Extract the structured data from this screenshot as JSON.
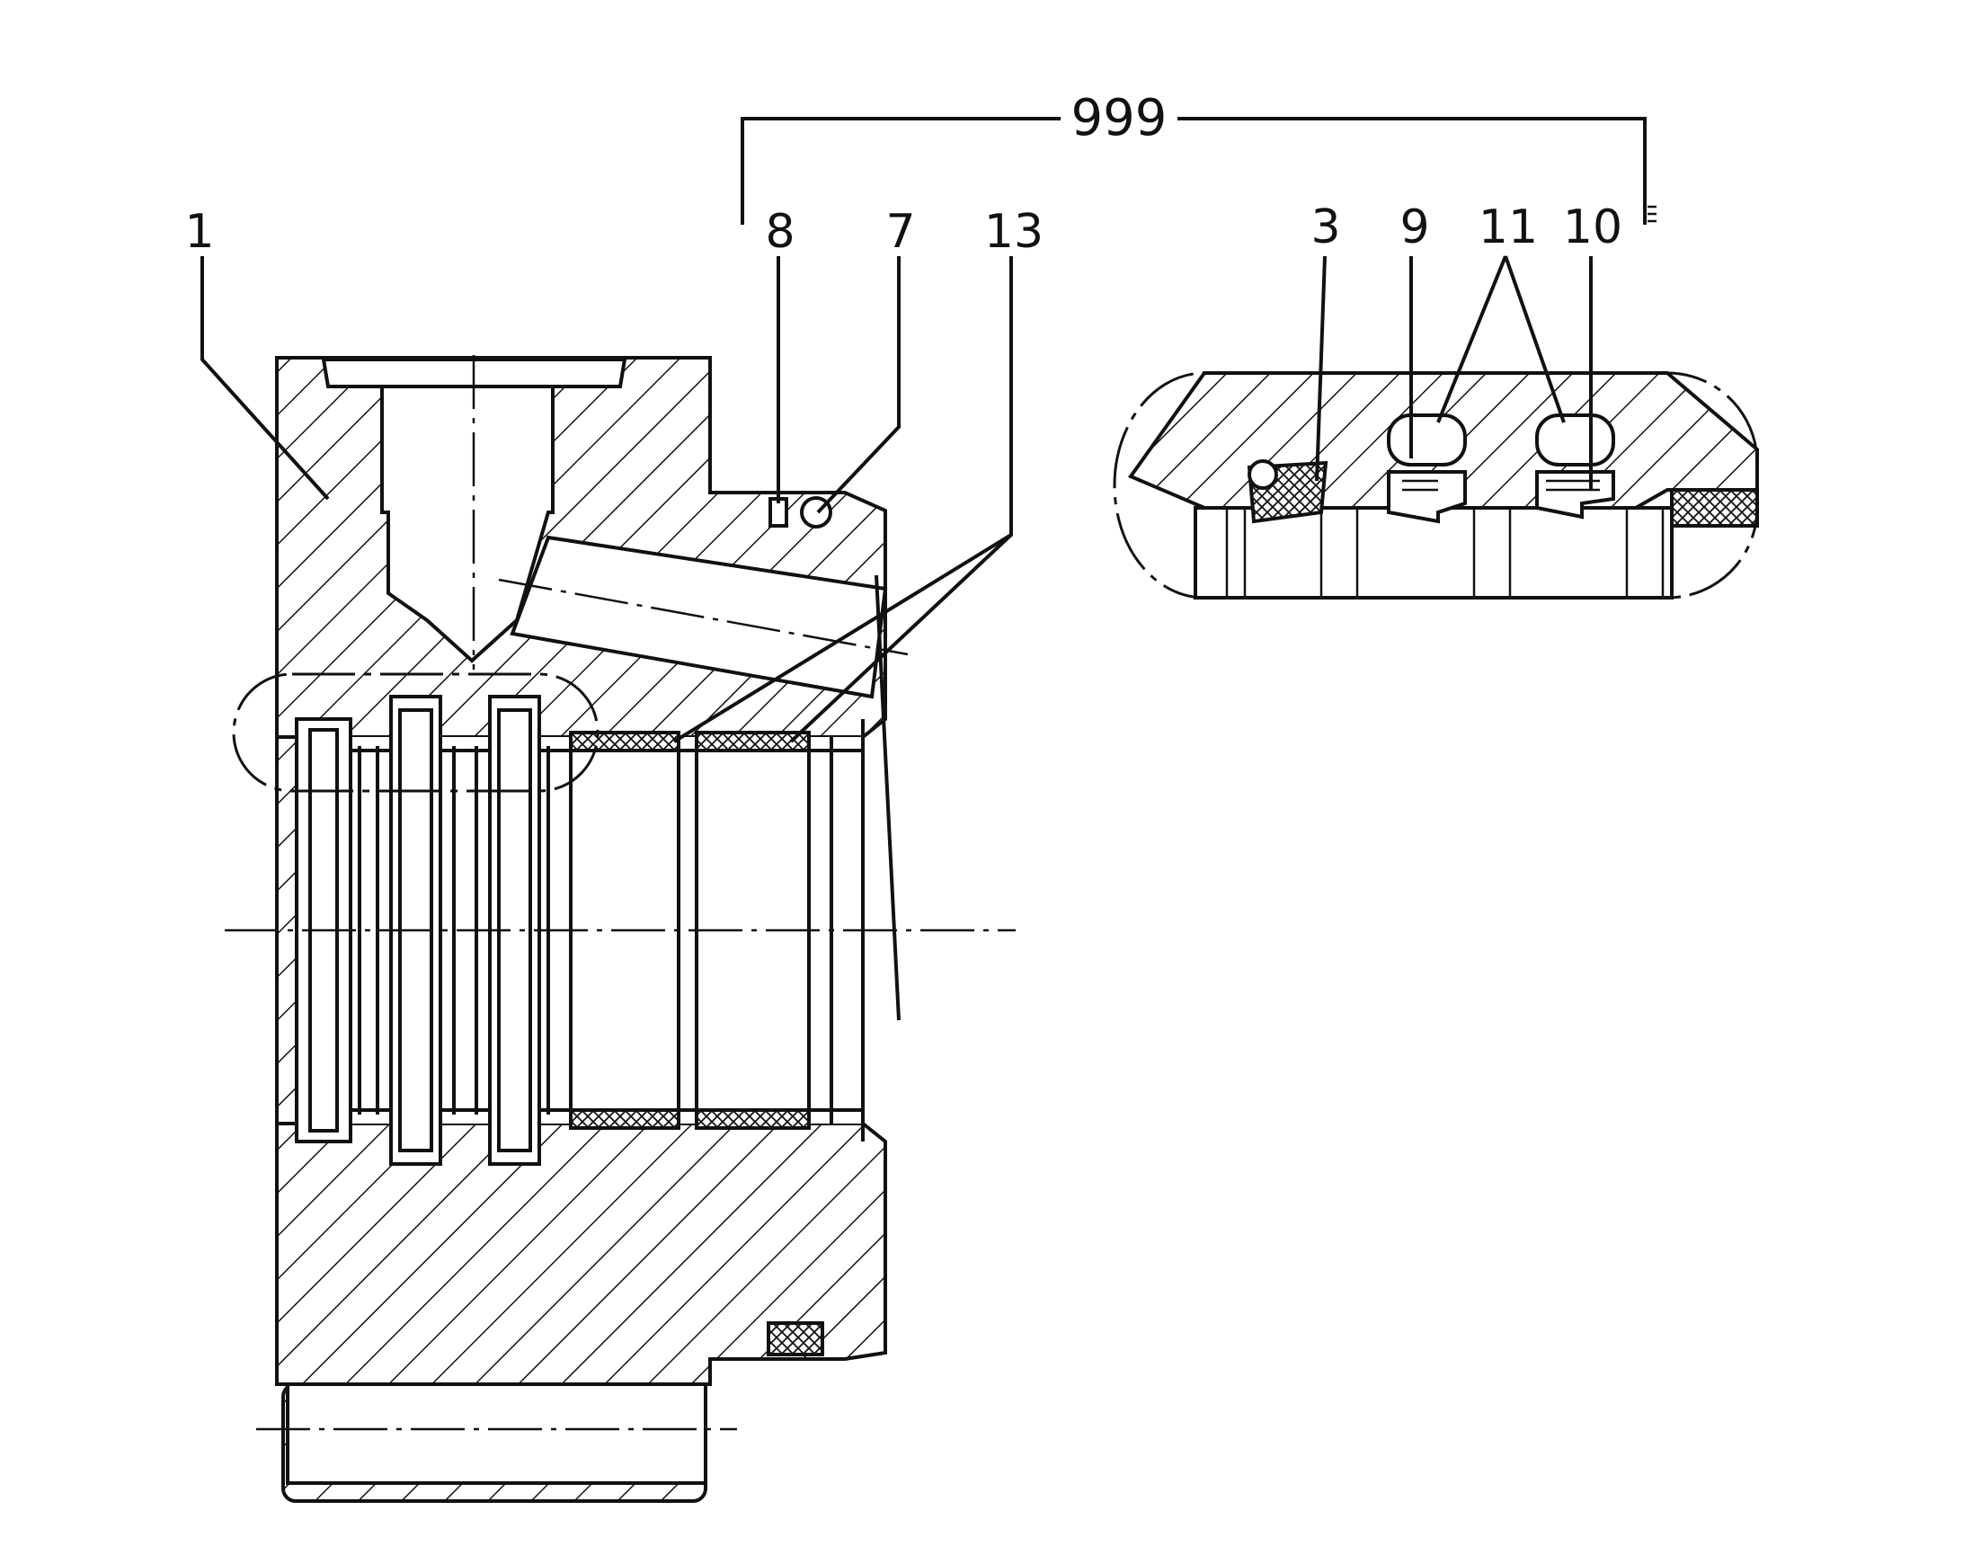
{
  "labels": {
    "group": "999",
    "part_1": "1",
    "part_8": "8",
    "part_7": "7",
    "part_13": "13",
    "part_3": "3",
    "part_9": "9",
    "part_11": "11",
    "part_10": "10"
  },
  "colors": {
    "ink": "#111111",
    "paper": "#ffffff"
  }
}
